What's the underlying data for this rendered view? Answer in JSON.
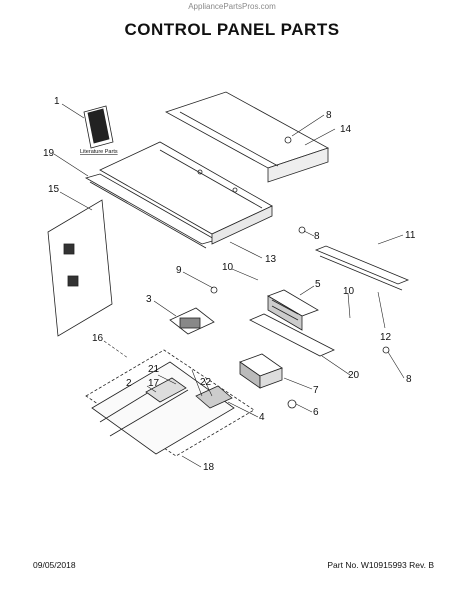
{
  "watermark": "AppliancePartsPros.com",
  "title": "CONTROL PANEL PARTS",
  "literature_label": "Literature Parts",
  "footer": {
    "date": "09/05/2018",
    "part_info": "Part No. W10915993  Rev. B"
  },
  "callouts": [
    "1",
    "2",
    "3",
    "4",
    "5",
    "6",
    "7",
    "8",
    "9",
    "10",
    "11",
    "12",
    "13",
    "14",
    "15",
    "16",
    "17",
    "18",
    "19",
    "20",
    "21",
    "22"
  ],
  "duplicate_callouts": {
    "eight_b": "8",
    "eight_c": "8",
    "ten_b": "10"
  }
}
